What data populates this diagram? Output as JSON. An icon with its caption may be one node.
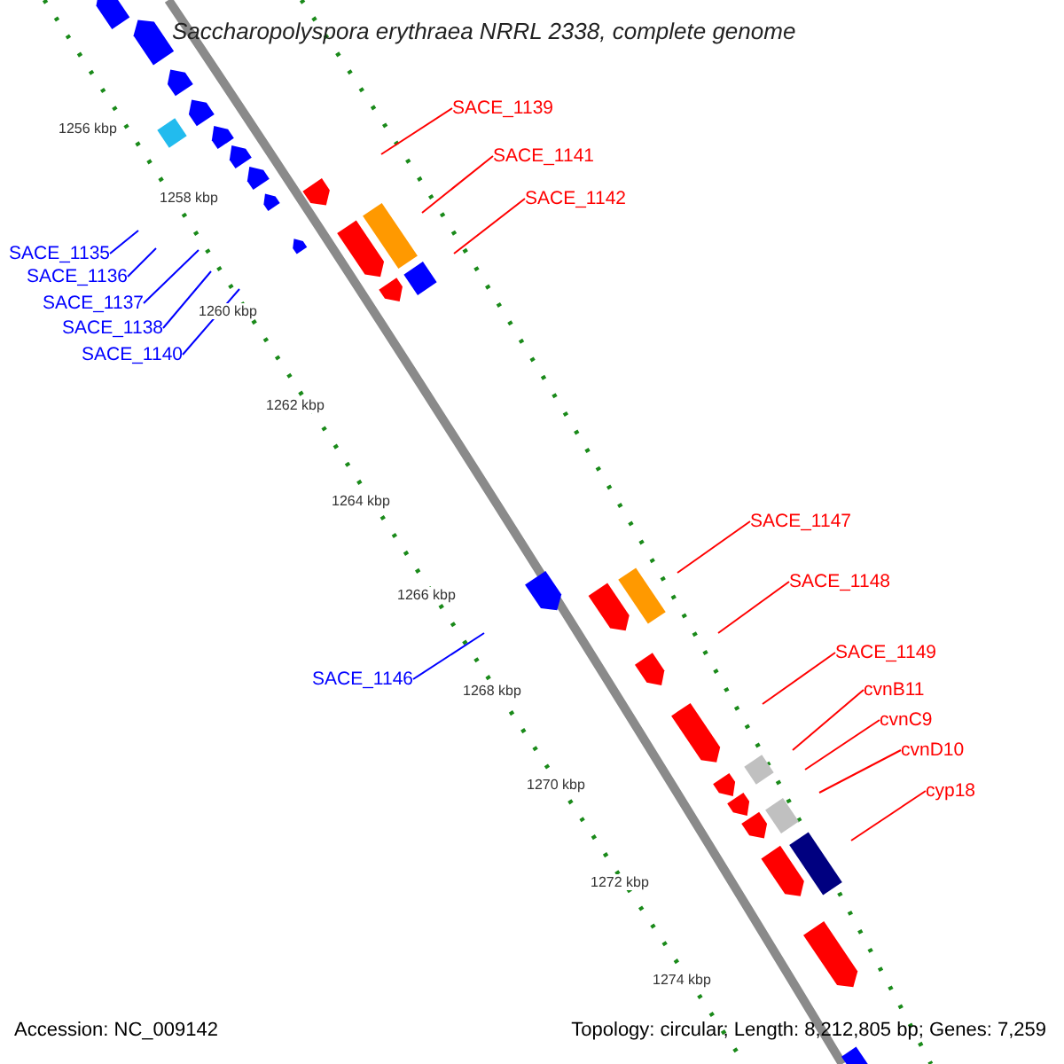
{
  "diagram": {
    "title": "Saccharopolyspora erythraea NRRL 2338, complete genome",
    "nodes": [
      {
        "text": [
          "SACE_1139"
        ]
      },
      {
        "text": [
          "SACE_1141"
        ]
      },
      {
        "text": [
          "SACE_1142"
        ]
      },
      {
        "text": [
          "SACE_1135"
        ]
      },
      {
        "text": [
          "SACE_1136"
        ]
      },
      {
        "text": [
          "SACE_1137"
        ]
      },
      {
        "text": [
          "SACE_1138"
        ]
      },
      {
        "text": [
          "SACE_1140"
        ]
      },
      {
        "text": [
          "SACE_1147"
        ]
      },
      {
        "text": [
          "SACE_1148"
        ]
      },
      {
        "text": [
          "SACE_1146"
        ]
      },
      {
        "text": [
          "SACE_1149"
        ]
      },
      {
        "text": [
          "cvnB11"
        ]
      },
      {
        "text": [
          "cvnC9"
        ]
      },
      {
        "text": [
          "cvnD10"
        ]
      },
      {
        "text": [
          "cyp18"
        ]
      }
    ],
    "edges": [
      {
        "from": 0,
        "to": null,
        "arrow": "none"
      },
      {
        "from": 1,
        "to": null,
        "arrow": "none"
      },
      {
        "from": 2,
        "to": null,
        "arrow": "none"
      },
      {
        "from": 3,
        "to": null,
        "arrow": "none",
        "color": "#0000ff"
      },
      {
        "from": 4,
        "to": null,
        "arrow": "none",
        "color": "#0000ff"
      },
      {
        "from": 5,
        "to": null,
        "arrow": "none",
        "color": "#0000ff"
      },
      {
        "from": 6,
        "to": null,
        "arrow": "none",
        "color": "#0000ff"
      },
      {
        "from": 7,
        "to": null,
        "arrow": "none",
        "color": "#0000ff"
      },
      {
        "from": 8,
        "to": null,
        "arrow": "none"
      },
      {
        "from": 9,
        "to": null,
        "arrow": "none"
      },
      {
        "from": 10,
        "to": null,
        "arrow": "none",
        "color": "#0000ff"
      },
      {
        "from": 11,
        "to": null,
        "arrow": "none"
      },
      {
        "from": 12,
        "to": null,
        "arrow": "none"
      },
      {
        "from": 13,
        "to": null,
        "arrow": "none"
      },
      {
        "from": 14,
        "to": null,
        "arrow": "none"
      },
      {
        "from": 15,
        "to": null,
        "arrow": "none"
      }
    ],
    "labels": [
      "1256 kbp",
      "1258 kbp",
      "1260 kbp",
      "1262 kbp",
      "1264 kbp",
      "1266 kbp",
      "1268 kbp",
      "1270 kbp",
      "1272 kbp",
      "1274 kbp",
      "Accession: NC_009142",
      "Topology: circular; Length: 8,212,805 bp; Genes: 7,259"
    ]
  }
}
